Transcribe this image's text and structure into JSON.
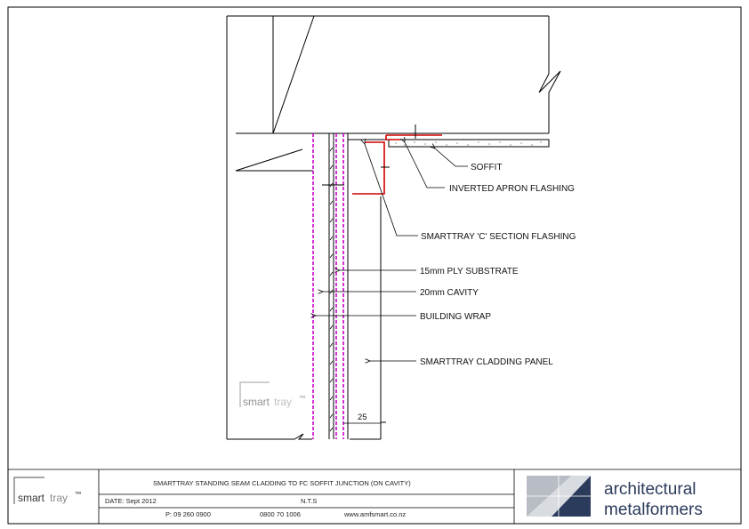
{
  "labels": {
    "soffit": "SOFFIT",
    "inverted_apron": "INVERTED APRON FLASHING",
    "c_section": "SMARTTRAY 'C' SECTION FLASHING",
    "ply": "15mm PLY SUBSTRATE",
    "cavity": "20mm CAVITY",
    "wrap": "BUILDING WRAP",
    "cladding": "SMARTTRAY CLADDING PANEL"
  },
  "dimension": "25",
  "watermark": {
    "word1": "smart",
    "word2": "tray",
    "tm": "™"
  },
  "title_block": {
    "logo_word1": "smart",
    "logo_word2": "tray",
    "logo_tm": "™",
    "title": "SMARTTRAY STANDING SEAM CLADDING TO FC SOFFIT JUNCTION (ON CAVITY)",
    "date": "DATE: Sept 2012",
    "scale": "N.T.S",
    "phone": "P: 09 260 0900",
    "freephone": "0800 70 1006",
    "website": "www.amfsmart.co.nz",
    "company_line1": "architectural",
    "company_line2": "metalformers"
  },
  "colors": {
    "structure": "#000000",
    "flashing": "#d00000",
    "building_wrap": "#cc00cc",
    "logo_blue": "#2b3b5c",
    "logo_grey": "#8a8a8a"
  }
}
